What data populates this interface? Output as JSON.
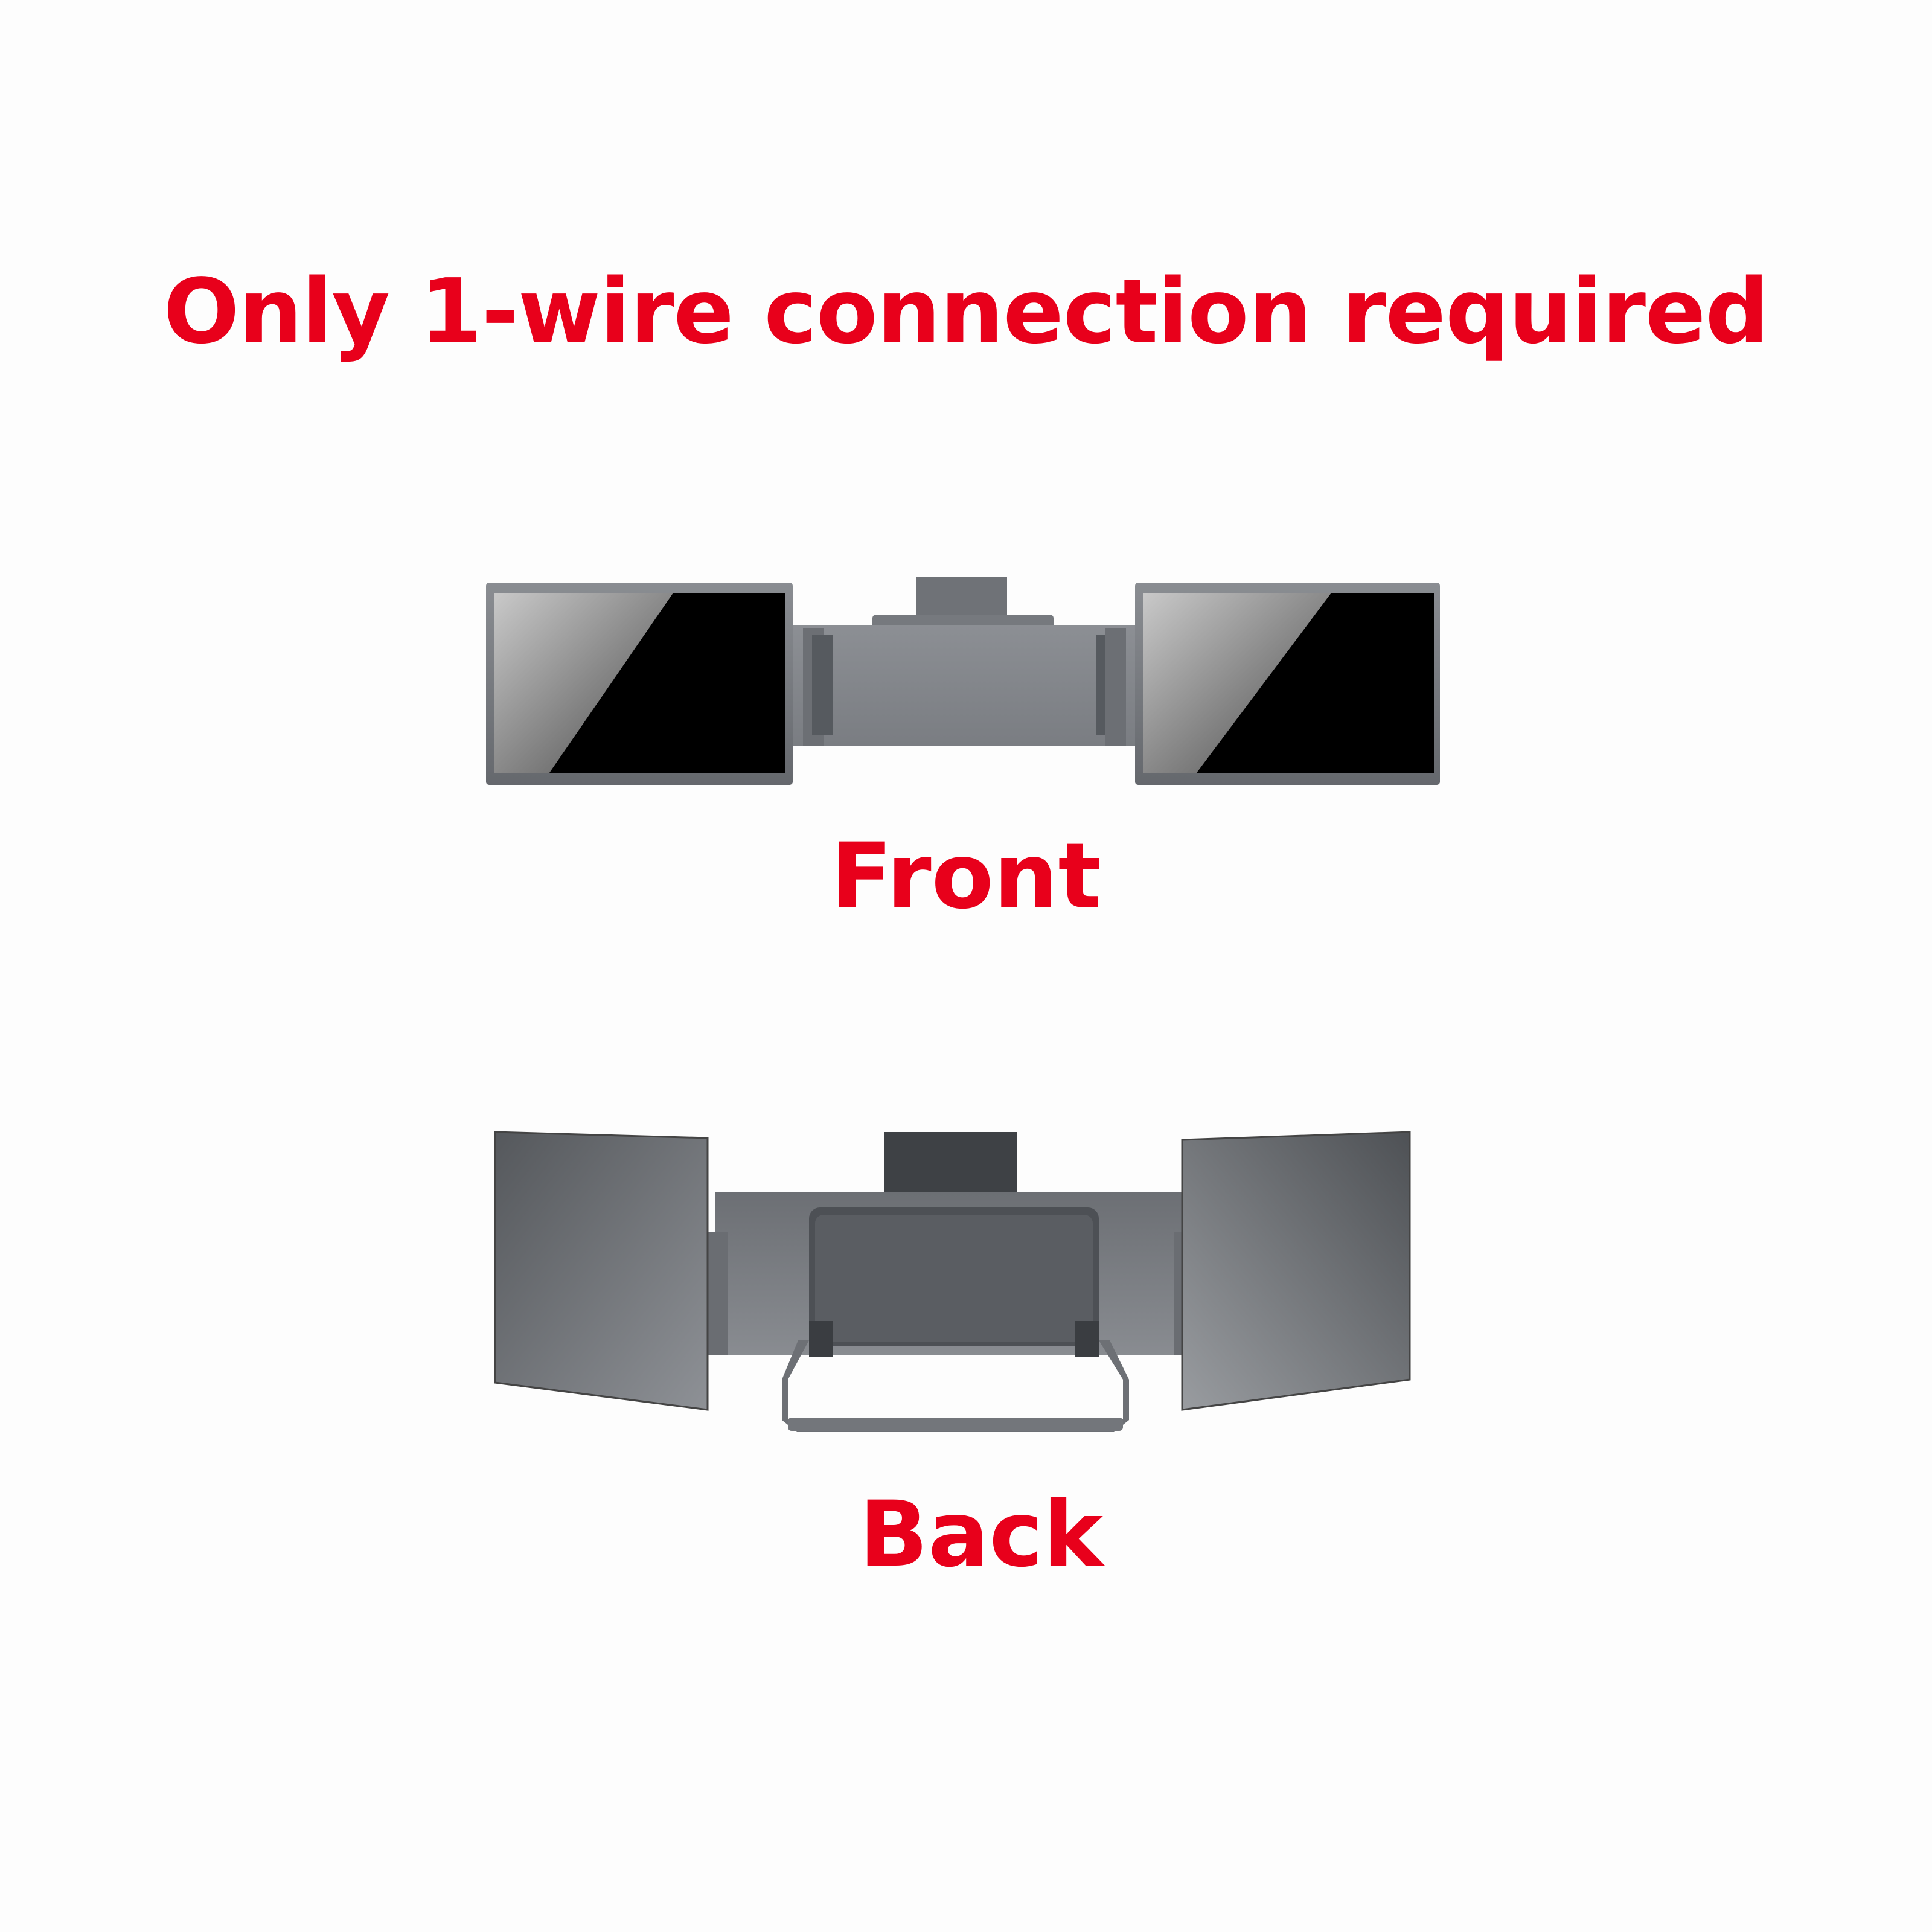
{
  "headline": "Only 1-wire connection required",
  "front_label": "Front",
  "back_label": "Back",
  "colors": {
    "caption": "#e8001b",
    "background": "#fdfdfd",
    "frame": "#6f7277",
    "screen": "#000000"
  },
  "images": {
    "front": "triple-monitor-extender-front",
    "back": "triple-monitor-extender-back"
  }
}
